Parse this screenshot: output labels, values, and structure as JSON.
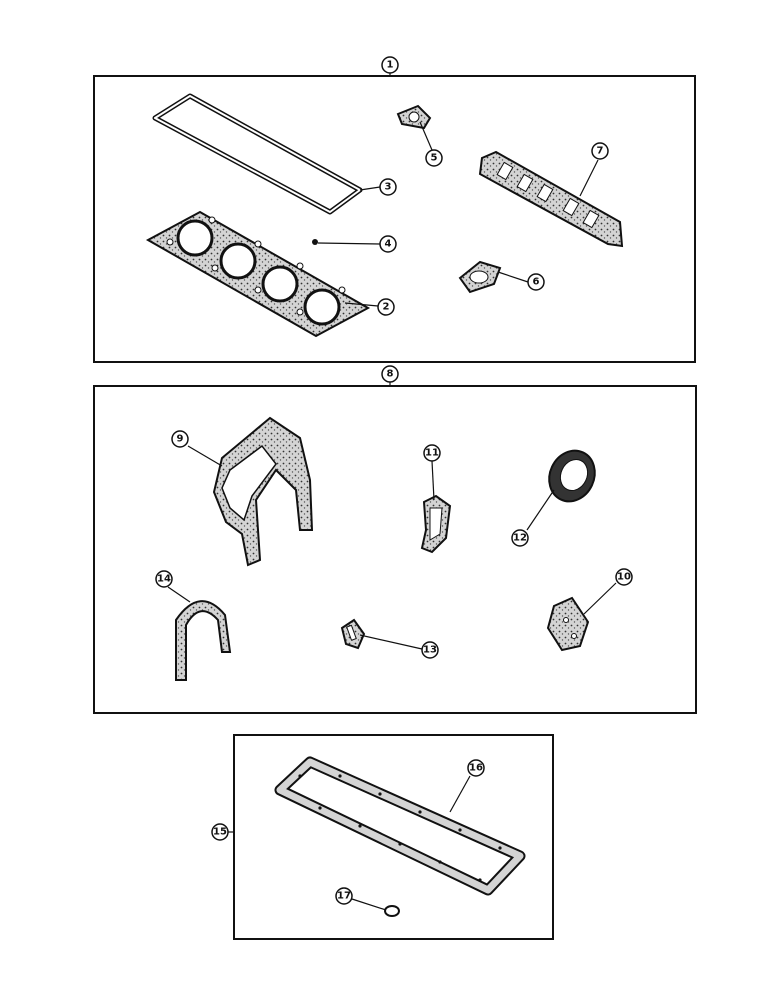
{
  "callouts": {
    "c1": "1",
    "c2": "2",
    "c3": "3",
    "c4": "4",
    "c5": "5",
    "c6": "6",
    "c7": "7",
    "c8": "8",
    "c9": "9",
    "c10": "10",
    "c11": "11",
    "c12": "12",
    "c13": "13",
    "c14": "14",
    "c15": "15",
    "c16": "16",
    "c17": "17"
  },
  "colors": {
    "ink": "#111111",
    "paper": "#ffffff",
    "gasket_fill": "#c9c9c9"
  }
}
